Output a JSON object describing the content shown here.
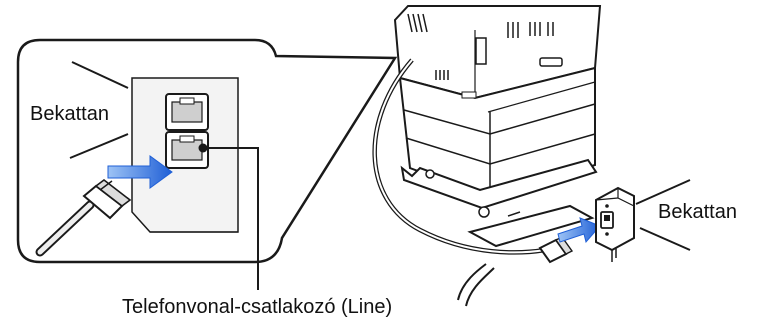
{
  "labels": {
    "click_left": "Bekattan",
    "click_right": "Bekattan",
    "connector": "Telefonvonal-csatlakozó (Line)"
  },
  "colors": {
    "arrow": "#2563eb",
    "outline": "#1a1a1a",
    "background": "#ffffff",
    "panel": "#f3f3f3"
  },
  "icons": {
    "printer": "printer-icon",
    "arrow_left": "arrow-right-icon",
    "arrow_right": "arrow-right-icon",
    "wall_jack": "wall-jack-icon",
    "plug": "rj11-plug-icon"
  }
}
